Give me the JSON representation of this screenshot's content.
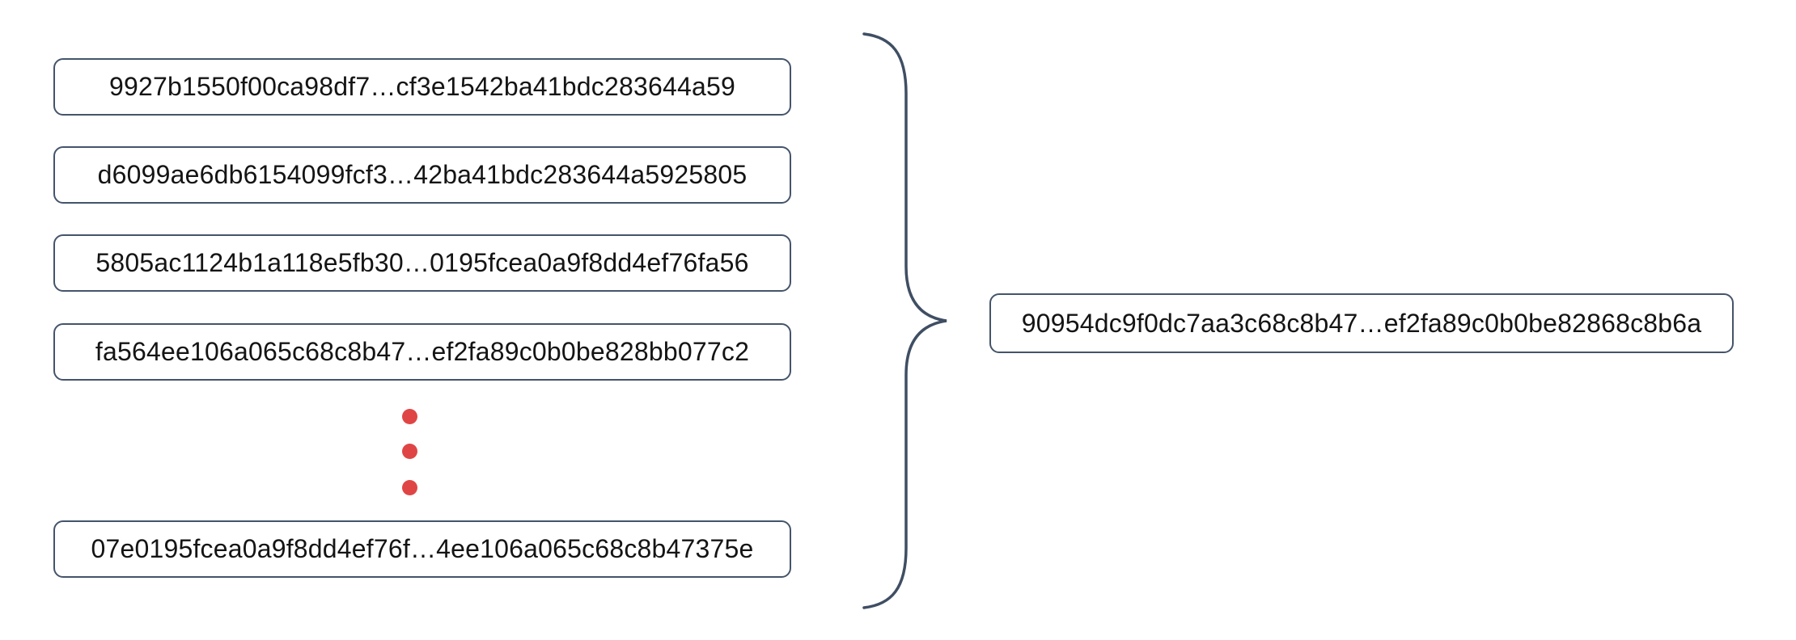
{
  "diagram": {
    "description": "Many hash strings combined (curly brace) into a single hash string",
    "input_blocks": [
      {
        "text": "9927b1550f00ca98df7…cf3e1542ba41bdc283644a59"
      },
      {
        "text": "d6099ae6db6154099fcf3…42ba41bdc283644a5925805"
      },
      {
        "text": "5805ac1124b1a118e5fb30…0195fcea0a9f8dd4ef76fa56"
      },
      {
        "text": "fa564ee106a065c68c8b47…ef2fa89c0b0be828bb077c2"
      },
      {
        "text": "07e0195fcea0a9f8dd4ef76f…4ee106a065c68c8b47375e"
      }
    ],
    "ellipsis_dot_count": 3,
    "output_block": {
      "text": "90954dc9f0dc7aa3c68c8b47…ef2fa89c0b0be82868c8b6a"
    },
    "colors": {
      "box_border": "#44546A",
      "brace_stroke": "#3F4E63",
      "ellipsis_dots": "#E04545",
      "text": "#141414",
      "background": "#FFFFFF"
    }
  }
}
